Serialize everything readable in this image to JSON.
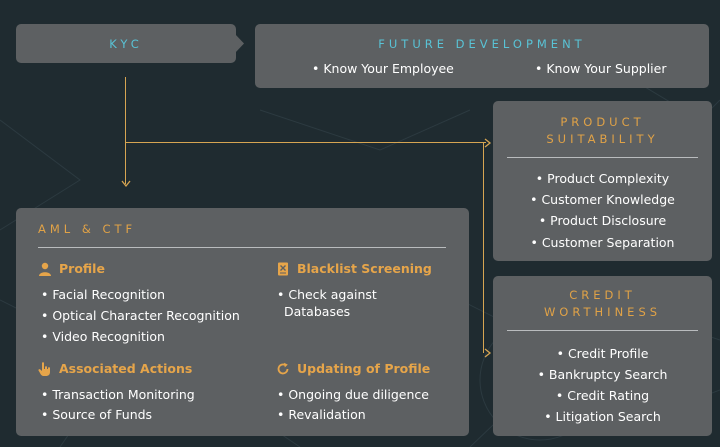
{
  "kyc": {
    "title": "KYC"
  },
  "future": {
    "title": "FUTURE DEVELOPMENT",
    "items": [
      "• Know Your Employee",
      "• Know Your Supplier"
    ]
  },
  "product": {
    "title_lines": [
      "PRODUCT",
      "SUITABILITY"
    ],
    "items": [
      "• Product Complexity",
      "• Customer Knowledge",
      "• Product Disclosure",
      "• Customer Separation"
    ]
  },
  "credit": {
    "title_lines": [
      "CREDIT",
      "WORTHINESS"
    ],
    "items": [
      "• Credit Profile",
      "• Bankruptcy Search",
      "• Credit Rating",
      "• Litigation Search"
    ]
  },
  "aml": {
    "title": "AML & CTF",
    "profile": {
      "heading": "Profile",
      "icon": "person-icon",
      "items": [
        "• Facial Recognition",
        "• Optical Character Recognition",
        "• Video Recognition"
      ]
    },
    "blacklist": {
      "heading": "Blacklist Screening",
      "icon": "blacklist-document-icon",
      "items": [
        "• Check against",
        "Databases"
      ]
    },
    "actions": {
      "heading": "Associated Actions",
      "icon": "pointer-hand-icon",
      "items": [
        "• Transaction Monitoring",
        "• Source of Funds"
      ]
    },
    "updating": {
      "heading": "Updating of Profile",
      "icon": "refresh-icon",
      "items": [
        "• Ongoing due diligence",
        "• Revalidation"
      ]
    }
  },
  "colors": {
    "background": "#1f2b30",
    "box": "#5d6062",
    "accent_orange": "#e0a247",
    "accent_cyan": "#59c3d6",
    "connector": "#d6a552"
  }
}
